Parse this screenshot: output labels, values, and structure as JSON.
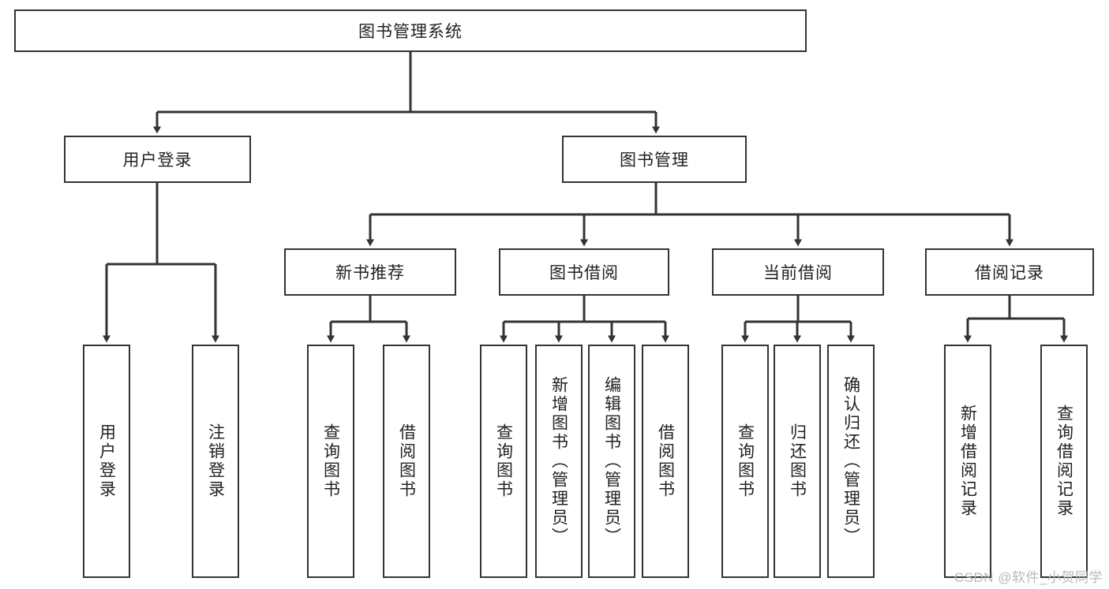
{
  "diagram": {
    "type": "tree-hierarchy",
    "title": "图书管理系统",
    "levels": 4,
    "root": {
      "label": "图书管理系统",
      "children": [
        {
          "label": "用户登录",
          "children": [
            {
              "label": "用户登录"
            },
            {
              "label": "注销登录"
            }
          ]
        },
        {
          "label": "图书管理",
          "children": [
            {
              "label": "新书推荐",
              "children": [
                {
                  "label": "查询图书"
                },
                {
                  "label": "借阅图书"
                }
              ]
            },
            {
              "label": "图书借阅",
              "children": [
                {
                  "label": "查询图书"
                },
                {
                  "label": "新增图书（管理员）"
                },
                {
                  "label": "编辑图书（管理员）"
                },
                {
                  "label": "借阅图书"
                }
              ]
            },
            {
              "label": "当前借阅",
              "children": [
                {
                  "label": "查询图书"
                },
                {
                  "label": "归还图书"
                },
                {
                  "label": "确认归还（管理员）"
                }
              ]
            },
            {
              "label": "借阅记录",
              "children": [
                {
                  "label": "新增借阅记录"
                },
                {
                  "label": "查询借阅记录"
                }
              ]
            }
          ]
        }
      ]
    }
  },
  "nodes": {
    "root": "图书管理系统",
    "l2_user_login": "用户登录",
    "l2_book_mgmt": "图书管理",
    "l3_new_book": "新书推荐",
    "l3_borrow": "图书借阅",
    "l3_current": "当前借阅",
    "l3_record": "借阅记录",
    "leaf_user_login": "用户登录",
    "leaf_logout": "注销登录",
    "leaf_nb_query": "查询图书",
    "leaf_nb_borrow": "借阅图书",
    "leaf_bw_query": "查询图书",
    "leaf_bw_add": "新增图书（管理员）",
    "leaf_bw_edit": "编辑图书（管理员）",
    "leaf_bw_borrow": "借阅图书",
    "leaf_cur_query": "查询图书",
    "leaf_cur_return": "归还图书",
    "leaf_cur_confirm": "确认归还（管理员）",
    "leaf_rec_add": "新增借阅记录",
    "leaf_rec_query": "查询借阅记录"
  },
  "watermark": {
    "text": "CSDN @软件_小贺同学"
  },
  "colors": {
    "border": "#333333",
    "background": "#ffffff",
    "text": "#222222",
    "watermark": "#b9b9b9"
  }
}
